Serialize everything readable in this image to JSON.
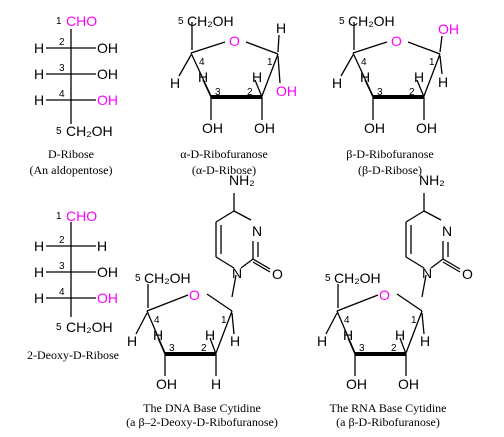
{
  "colors": {
    "highlight": "#ff00ff",
    "ink": "#000000"
  },
  "atoms": {
    "H": "H",
    "OH": "OH",
    "O": "O",
    "N": "N",
    "CH2OH": "CH₂OH",
    "CHO": "CHO",
    "NH2": "NH₂"
  },
  "numbers": {
    "n1": "1",
    "n2": "2",
    "n3": "3",
    "n4": "4",
    "n5": "5"
  },
  "captions": {
    "d_ribose": "D-Ribose",
    "d_ribose_sub": "(An aldopentose)",
    "alpha": "α-D-Ribofuranose",
    "alpha_sub": "(α-D-Ribose)",
    "beta": "β-D-Ribofuranose",
    "beta_sub": "(β-D-Ribose)",
    "deoxy": "2-Deoxy-D-Ribose",
    "dna": "The DNA Base Cytidine",
    "dna_sub": "(a β–2-Deoxy-D-Ribofuranose)",
    "rna": "The RNA Base Cytidine",
    "rna_sub": "(a β-D-Ribofuranose)"
  }
}
